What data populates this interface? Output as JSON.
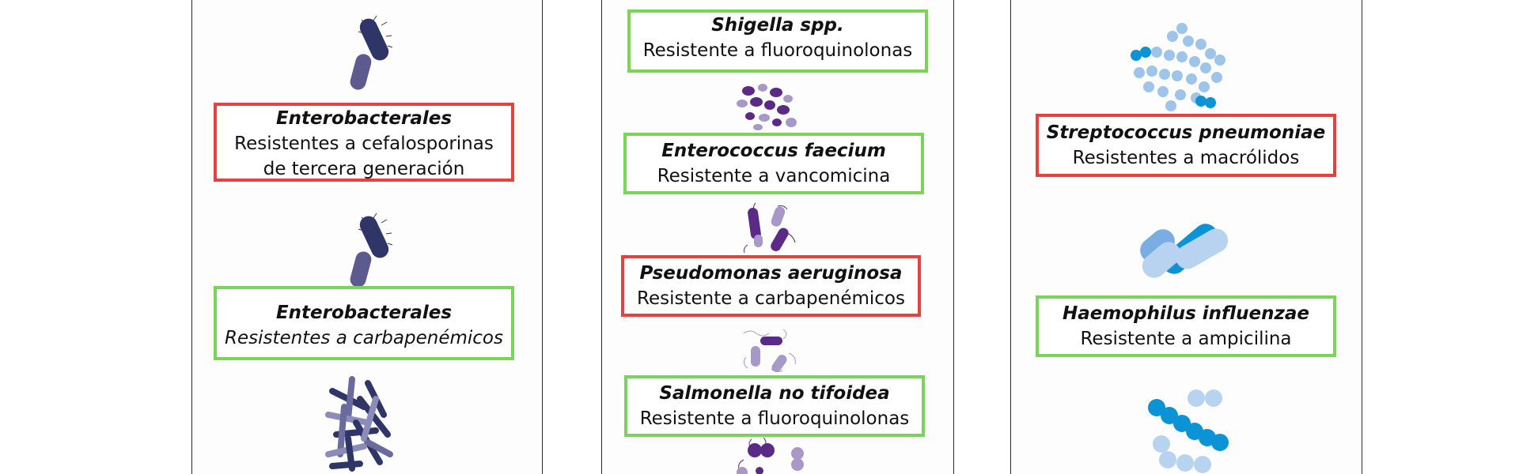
{
  "colors": {
    "priority_high": "#e8403e",
    "priority_medium": "#7cd35a",
    "navy": "#2f3566",
    "purple": "#5b2a86",
    "lavender": "#a898c8",
    "blue": "#0b93d6",
    "light_blue": "#9fc4ea"
  },
  "columns": [
    {
      "cards": [
        {
          "name": "Enterobacterales",
          "desc": "Resistentes a cefalosporinas de tercera generación",
          "priority": "high"
        },
        {
          "name": "Enterobacterales",
          "desc": "Resistentes a carbapenémicos",
          "priority": "medium"
        }
      ]
    },
    {
      "cards": [
        {
          "name": "Shigella spp.",
          "desc": "Resistente a fluoroquinolonas",
          "priority": "medium"
        },
        {
          "name": "Enterococcus faecium",
          "desc": "Resistente a vancomicina",
          "priority": "medium"
        },
        {
          "name": "Pseudomonas aeruginosa",
          "desc": "Resistente a carbapenémicos",
          "priority": "high"
        },
        {
          "name": "Salmonella no tifoidea",
          "desc": "Resistente a fluoroquinolonas",
          "priority": "medium"
        }
      ]
    },
    {
      "cards": [
        {
          "name": "Streptococcus pneumoniae",
          "desc": "Resistentes a macrólidos",
          "priority": "high"
        },
        {
          "name": "Haemophilus influenzae",
          "desc": "Resistente a ampicilina",
          "priority": "medium"
        }
      ]
    }
  ],
  "icons": [
    "rod-bacteria-icon",
    "rod-bacteria-icon",
    "rod-cluster-icon",
    "coccobacilli-cluster-icon",
    "flagellated-rod-icon",
    "flagellated-rod-icon",
    "cocci-pair-icon",
    "cocci-cluster-icon",
    "rod-bacteria-icon",
    "cocci-chain-icon"
  ]
}
